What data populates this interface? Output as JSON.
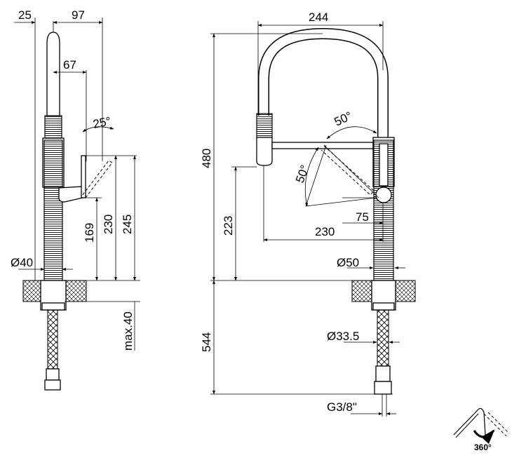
{
  "left_view": {
    "dims": {
      "d25": "25",
      "d97": "97",
      "d67": "67",
      "angle25": "25°",
      "d169": "169",
      "d230": "230",
      "d245": "245",
      "dia40": "Ø40",
      "max40": "max.40"
    }
  },
  "front_view": {
    "dims": {
      "d244": "244",
      "angle50_top": "50°",
      "angle50_left": "50°",
      "d480": "480",
      "d223": "223",
      "d75": "75",
      "d230": "230",
      "dia50": "Ø50",
      "d544": "544",
      "dia33": "Ø33.5",
      "g38": "G3/8\""
    }
  },
  "rotation_icon": {
    "label": "360°"
  }
}
